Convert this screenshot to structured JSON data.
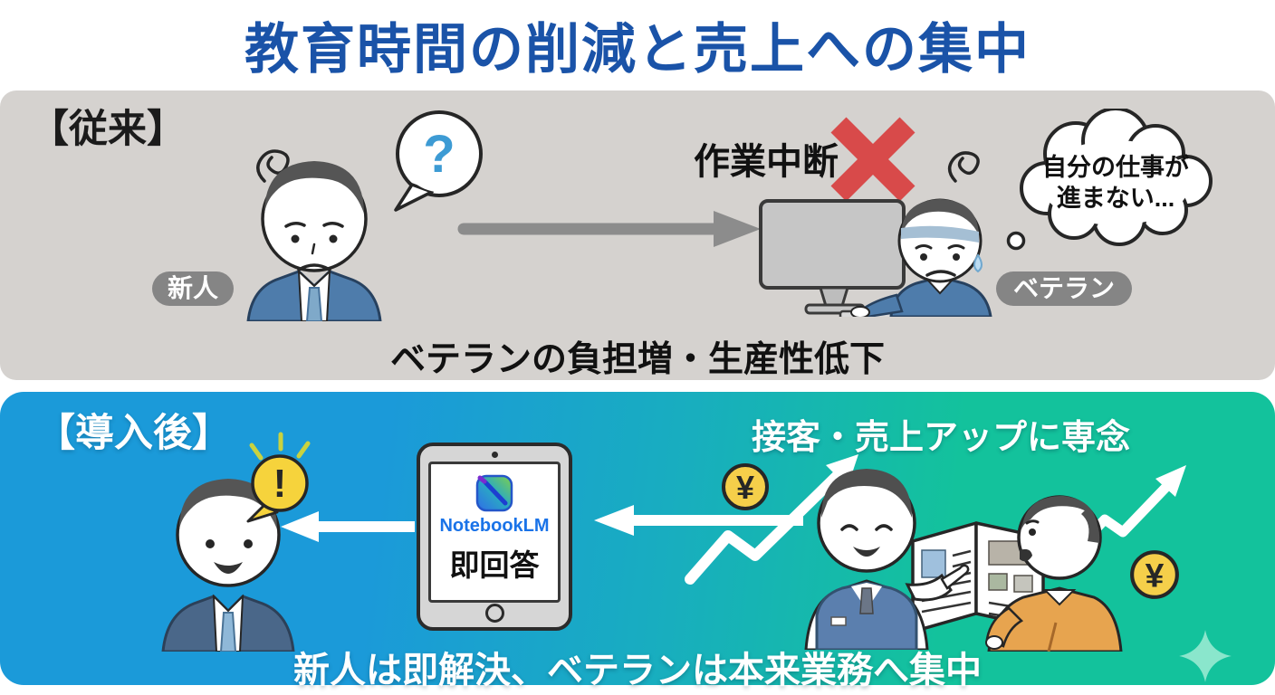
{
  "title": "教育時間の削減と売上への集中",
  "before": {
    "label": "【従来】",
    "newbie_tag": "新人",
    "veteran_tag": "ベテラン",
    "question_mark": "?",
    "interruption": "作業中断",
    "thought_line1": "自分の仕事が",
    "thought_line2": "進まない...",
    "summary": "ベテランの負担増・生産性低下"
  },
  "after": {
    "label": "【導入後】",
    "focus_text": "接客・売上アップに専念",
    "exclamation": "!",
    "yen": "¥",
    "tablet": {
      "app_name": "NotebookLM",
      "answer": "即回答"
    },
    "summary": "新人は即解決、ベテランは本来業務へ集中"
  },
  "colors": {
    "title_blue": "#1a53a8",
    "panel_gray": "#d5d2cf",
    "panel_blue": "#1b9ad9",
    "panel_green": "#13c29c",
    "tag_gray": "#858585",
    "red_x": "#d84a4a",
    "coin_yellow": "#f5cf4a",
    "notebooklm_blue": "#1a73e8"
  }
}
